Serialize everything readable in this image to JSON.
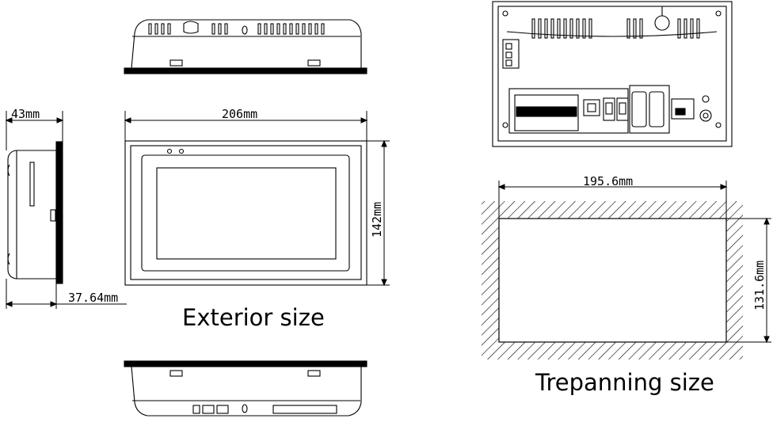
{
  "captions": {
    "exterior": "Exterior size",
    "trepanning": "Trepanning size"
  },
  "dimensions": {
    "depth": "43mm",
    "width": "206mm",
    "height": "142mm",
    "panel_depth": "37.64mm",
    "cutout_width": "195.6mm",
    "cutout_height": "131.6mm"
  }
}
